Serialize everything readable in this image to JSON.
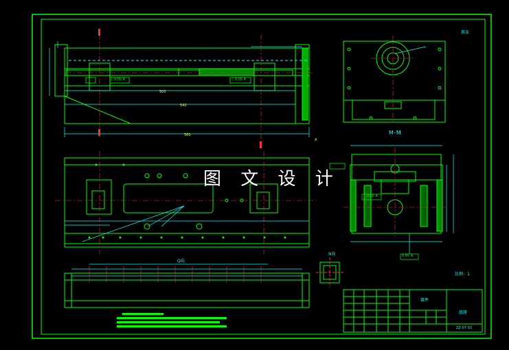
{
  "drawing": {
    "watermark": "图 文 设 计",
    "section_label": "M–M",
    "view_label_q": "Q向",
    "view_label_n": "N向",
    "roughness_note": "其余",
    "scale_note": "比例：1",
    "material_label": "铸件",
    "title_block_name": "底座",
    "drawing_code": "ZZ-07-03",
    "tolerance_frames": [
      "⊥ 0.05 A",
      "⊥ 0.05 A",
      "⊥ 0.05 A",
      "0.05 A"
    ],
    "colors": {
      "background": "#000000",
      "lines": "#00ff00",
      "hatch": "#00cc00",
      "dims": "#00ffff",
      "highlight": "#ffff00",
      "center": "#ff3030",
      "text": "#ffffff"
    }
  }
}
